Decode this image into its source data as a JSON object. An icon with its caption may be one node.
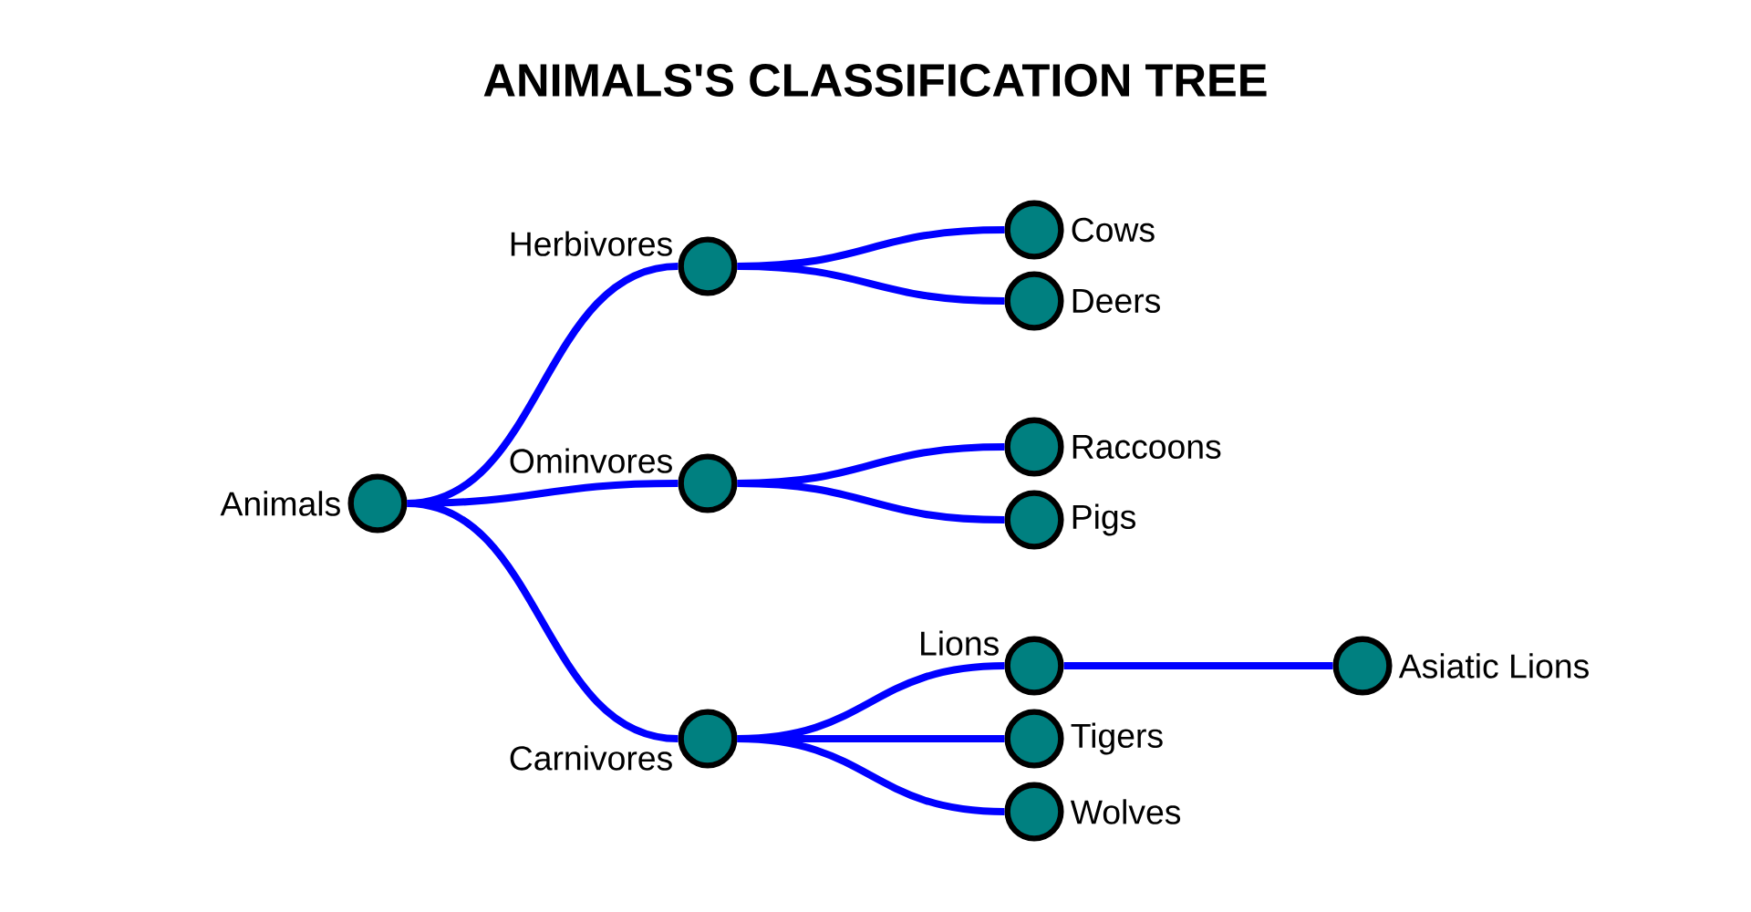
{
  "diagram": {
    "title": "ANIMALS'S CLASSIFICATION TREE",
    "nodes": [
      {
        "text": [],
        "shape": "circle",
        "beside": [
          "Animals"
        ]
      },
      {
        "text": [],
        "shape": "circle",
        "beside": [
          "Herbivores"
        ]
      },
      {
        "text": [],
        "shape": "circle",
        "beside": [
          "Ominvores"
        ]
      },
      {
        "text": [],
        "shape": "circle",
        "beside": [
          "Carnivores"
        ]
      },
      {
        "text": [],
        "shape": "circle",
        "beside": [
          "Cows"
        ]
      },
      {
        "text": [],
        "shape": "circle",
        "beside": [
          "Deers"
        ]
      },
      {
        "text": [],
        "shape": "circle",
        "beside": [
          "Raccoons"
        ]
      },
      {
        "text": [],
        "shape": "circle",
        "beside": [
          "Pigs"
        ]
      },
      {
        "text": [],
        "shape": "circle",
        "beside": [
          "Lions"
        ]
      },
      {
        "text": [],
        "shape": "circle",
        "beside": [
          "Tigers"
        ]
      },
      {
        "text": [],
        "shape": "circle",
        "beside": [
          "Wolves"
        ]
      },
      {
        "text": [],
        "shape": "circle",
        "beside": [
          "Asiatic Lions"
        ]
      }
    ],
    "edges": [
      {
        "from": 0,
        "to": 1,
        "arrow": "none"
      },
      {
        "from": 0,
        "to": 2,
        "arrow": "none"
      },
      {
        "from": 0,
        "to": 3,
        "arrow": "none"
      },
      {
        "from": 1,
        "to": 4,
        "arrow": "none"
      },
      {
        "from": 1,
        "to": 5,
        "arrow": "none"
      },
      {
        "from": 2,
        "to": 6,
        "arrow": "none"
      },
      {
        "from": 2,
        "to": 7,
        "arrow": "none"
      },
      {
        "from": 3,
        "to": 8,
        "arrow": "none"
      },
      {
        "from": 3,
        "to": 9,
        "arrow": "none"
      },
      {
        "from": 3,
        "to": 10,
        "arrow": "none"
      },
      {
        "from": 8,
        "to": 11,
        "arrow": "none"
      }
    ]
  }
}
